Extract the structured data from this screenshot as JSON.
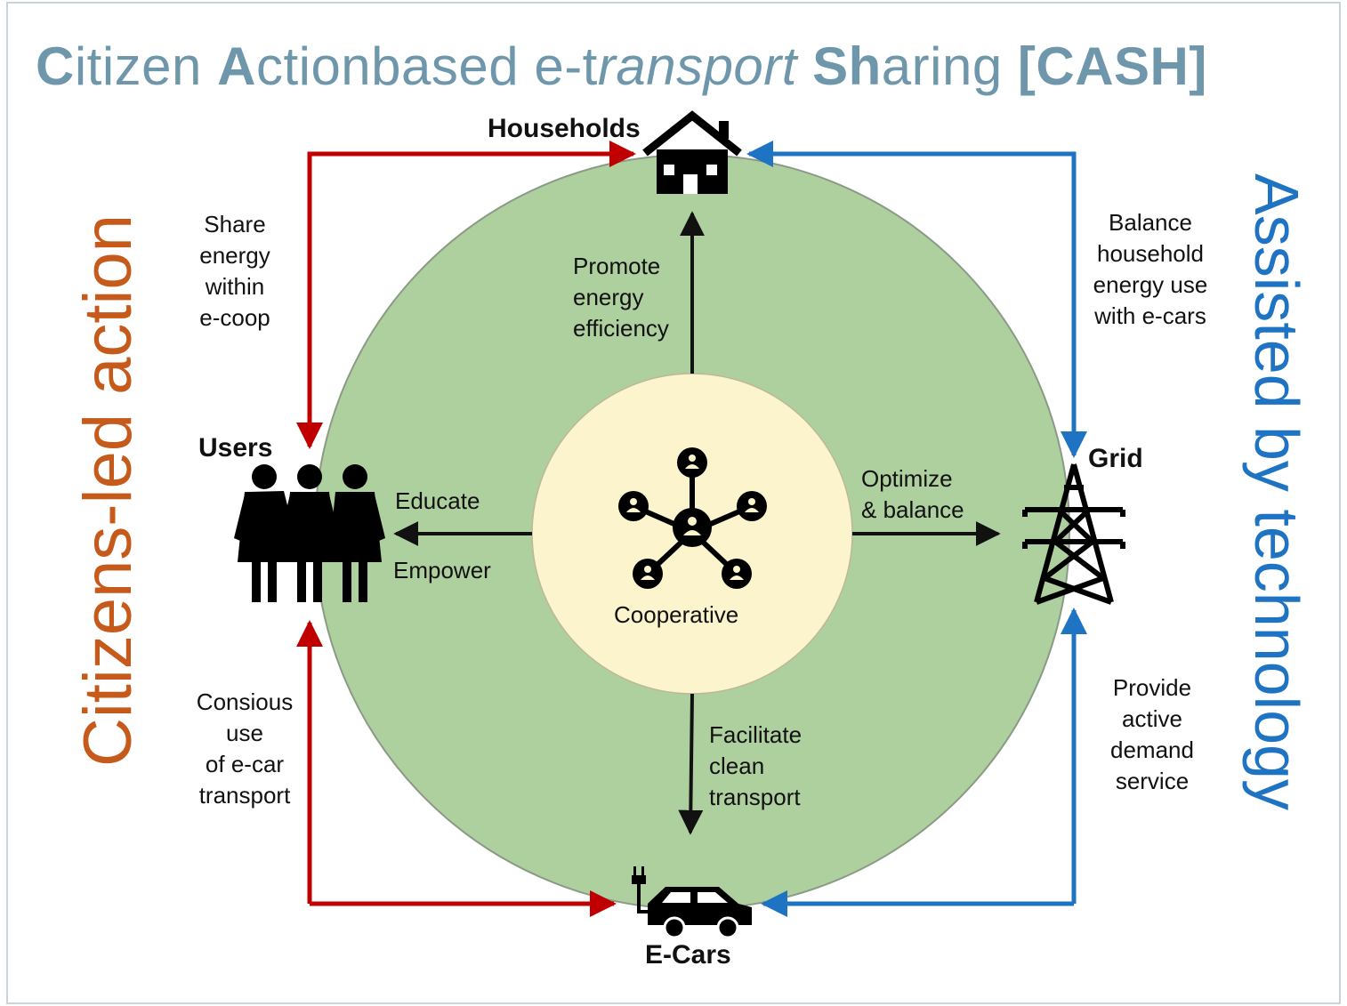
{
  "title": {
    "p1": "C",
    "p2": "itizen ",
    "p3": "A",
    "p4": "ctionbased e-t",
    "p5": "ransport",
    "p6": " ",
    "p7": "Sh",
    "p8": "aring ",
    "p9": "[CASH]"
  },
  "side_left": "Citizens-led action",
  "side_right": "Assisted by technology",
  "nodes": {
    "households": "Households",
    "users": "Users",
    "grid": "Grid",
    "ecars": "E-Cars",
    "center": "Cooperative"
  },
  "edges": {
    "promote": "Promote\nenergy\nefficiency",
    "educate": "Educate",
    "empower": "Empower",
    "optimize": "Optimize\n& balance",
    "facilitate": "Facilitate\nclean\ntransport"
  },
  "outer": {
    "share": "Share\nenergy\nwithin\ne-coop",
    "consious": "Consious\nuse\nof e-car\ntransport",
    "balance": "Balance\nhousehold\nenergy use\nwith e-cars",
    "provide": "Provide\nactive\ndemand\nservice"
  },
  "colors": {
    "title": "#6f97ab",
    "left_accent": "#c55a1a",
    "right_accent": "#1e73c3",
    "red_arrow": "#c00000",
    "blue_arrow": "#1e73c3",
    "outer_circle": "#aed09e",
    "inner_circle": "#fbf4cc"
  },
  "icons": {
    "households": "house-icon",
    "users": "people-icon",
    "grid": "power-tower-icon",
    "ecars": "electric-car-icon",
    "center": "network-people-icon"
  }
}
